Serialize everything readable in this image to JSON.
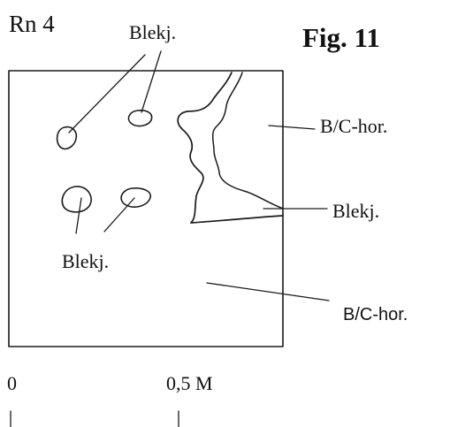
{
  "figure": {
    "site_label": "Rn 4",
    "figure_label": "Fig. 11"
  },
  "labels": {
    "blekj_top": "Blekj.",
    "blekj_bottom": "Blekj.",
    "blekj_right": "Blekj.",
    "bc_hor_upper": "B/C-hor.",
    "bc_hor_lower": "B/C-hor."
  },
  "scale": {
    "start_label": "0",
    "end_label": "0,5 M"
  }
}
